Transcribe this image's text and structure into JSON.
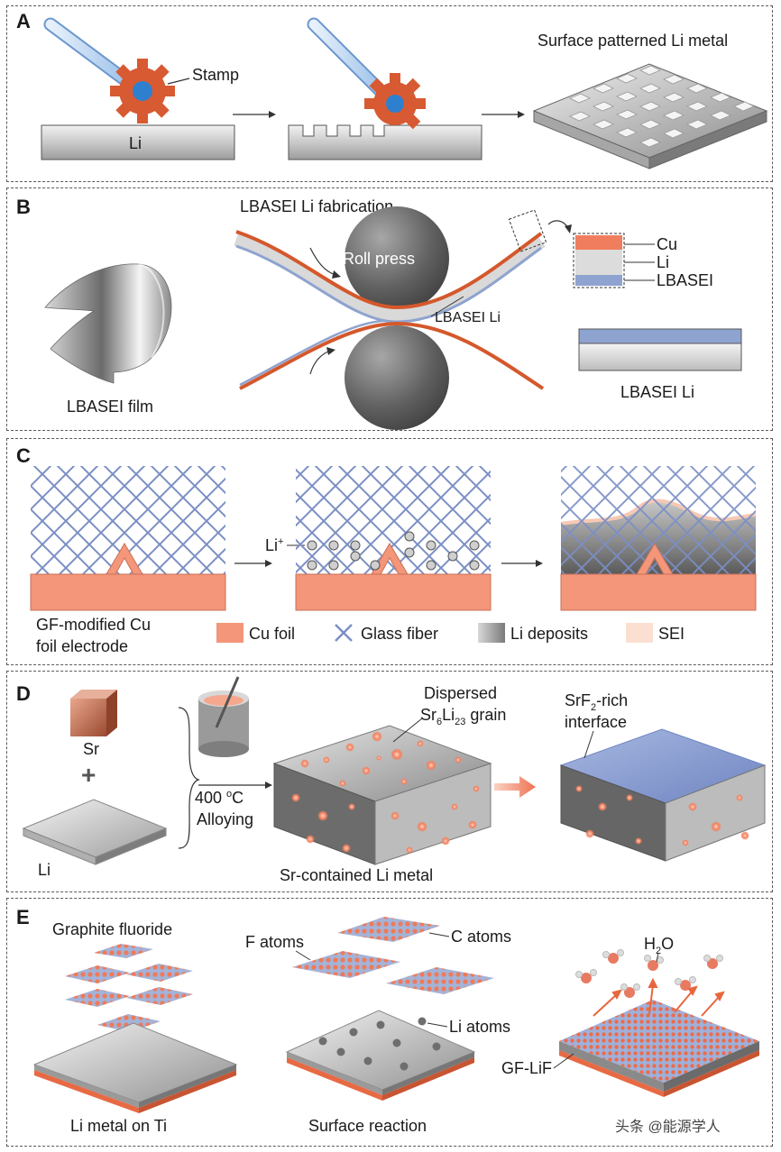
{
  "panels": {
    "a": {
      "label": "A",
      "stamp": "Stamp",
      "li": "Li",
      "result": "Surface patterned Li metal"
    },
    "b": {
      "label": "B",
      "title": "LBASEI Li fabrication",
      "roll": "Roll press",
      "film": "LBASEI film",
      "product": "LBASEI Li",
      "product2": "LBASEI Li",
      "layer_cu": "Cu",
      "layer_li": "Li",
      "layer_lbasei": "LBASEI"
    },
    "c": {
      "label": "C",
      "li_ion": "Li",
      "li_ion_sup": "+",
      "electrode_1": "GF-modified Cu",
      "electrode_2": "foil electrode",
      "legend": [
        "Cu foil",
        "Glass fiber",
        "Li deposits",
        "SEI"
      ]
    },
    "d": {
      "label": "D",
      "sr": "Sr",
      "li": "Li",
      "temp": "400 ",
      "temp_sup": "o",
      "temp_unit": "C",
      "alloying": "Alloying",
      "dispersed": "Dispersed",
      "grain_a": "Sr",
      "grain_sub1": "6",
      "grain_b": "Li",
      "grain_sub2": "23",
      "grain_c": " grain",
      "product": "Sr-contained Li metal",
      "interface_a": "SrF",
      "interface_sub": "2",
      "interface_b": "-rich",
      "interface_c": "interface"
    },
    "e": {
      "label": "E",
      "gf": "Graphite fluoride",
      "f_atoms": "F atoms",
      "c_atoms": "C atoms",
      "li_atoms": "Li atoms",
      "water_a": "H",
      "water_sub": "2",
      "water_b": "O",
      "gflif": "GF-LiF",
      "caption1": "Li metal on Ti",
      "caption2": "Surface reaction"
    }
  },
  "watermark": "头条 @能源学人",
  "colors": {
    "copper": "#f08a70",
    "stamp": "#d85a32",
    "glass_fiber": "#7b8fc4",
    "lbasei": "#8ea3cf",
    "metal": "#b9b9b9"
  }
}
